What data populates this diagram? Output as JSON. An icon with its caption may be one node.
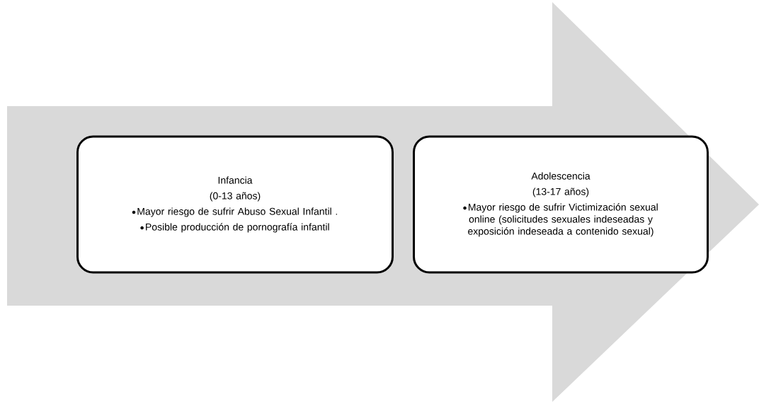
{
  "diagram": {
    "nodes": [
      {
        "text": [],
        "shape": "arrow"
      },
      {
        "text": [
          "Infancia",
          "(0-13 años)",
          "Mayor riesgo de sufrir Abuso Sexual Infantil .",
          "Posible producción de pornografía infantil"
        ],
        "in": 0
      },
      {
        "text": [
          "Adolescencia",
          "(13-17 años)",
          "Mayor riesgo de sufrir Victimización sexual online (solicitudes sexuales indeseadas y exposición indeseada a contenido sexual)"
        ],
        "in": 0
      }
    ]
  }
}
